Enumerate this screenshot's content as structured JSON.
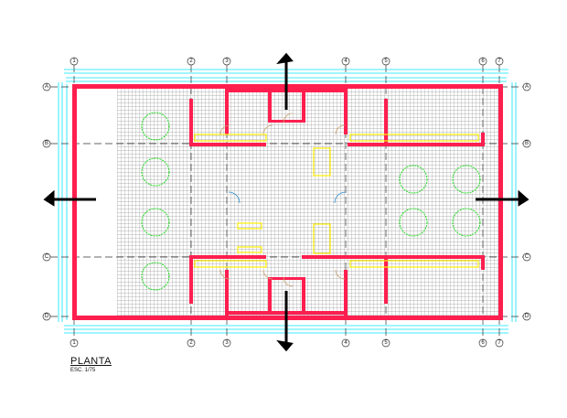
{
  "drawing": {
    "title": "PLANTA",
    "scale": "ESC. 1/75",
    "grid_columns": [
      "1",
      "2",
      "3",
      "4",
      "5",
      "6",
      "7"
    ],
    "grid_rows": [
      "A",
      "B",
      "C",
      "D"
    ]
  },
  "colors": {
    "wall": "#ff1f4f",
    "dimension": "#00e5ff",
    "tree": "#22dd22",
    "fixture": "#ffee00",
    "floor_hatch": "#9a9a9a",
    "door": "#c8a070"
  }
}
